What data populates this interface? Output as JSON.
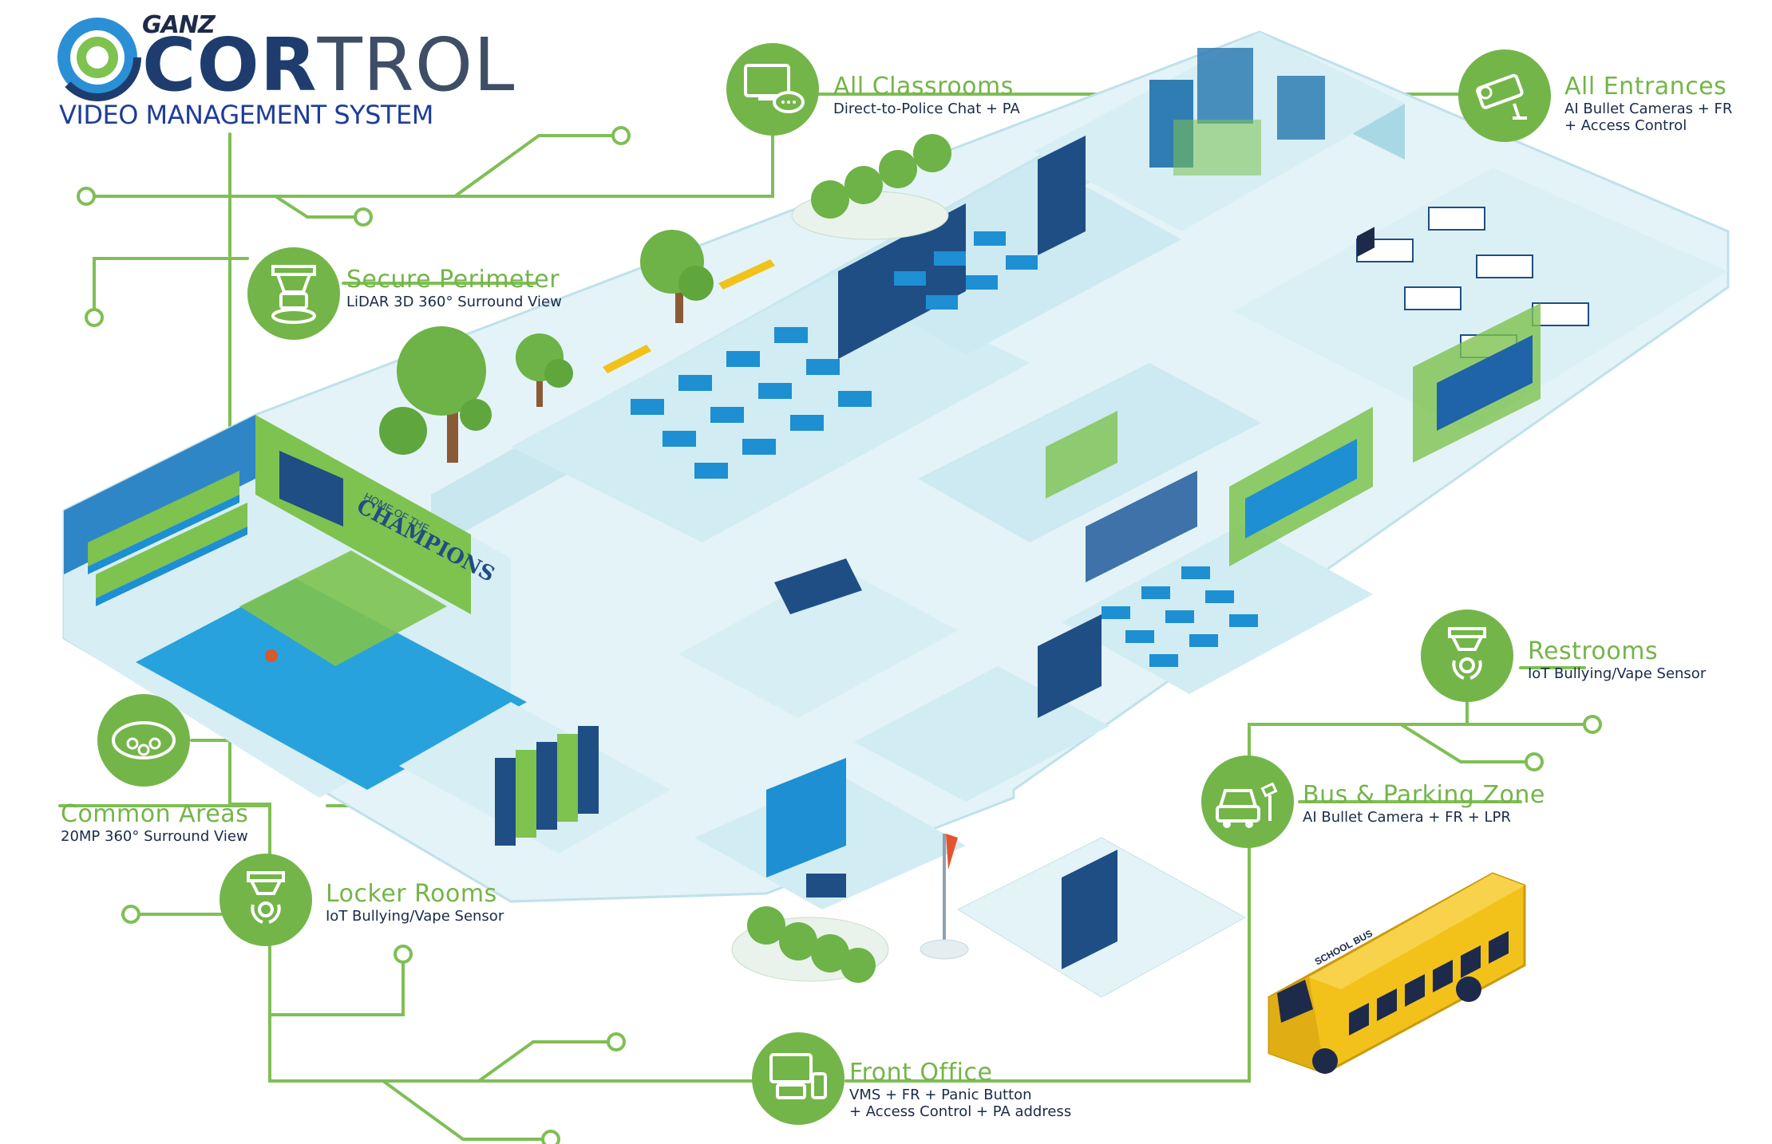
{
  "logo": {
    "brand": "GANZ",
    "word_part1": "COR",
    "word_part2": "TROL",
    "subtitle": "VIDEO MANAGEMENT SYSTEM"
  },
  "features": {
    "classrooms": {
      "title": "All Classrooms",
      "desc": "Direct-to-Police Chat + PA"
    },
    "entrances": {
      "title": "All Entrances",
      "desc_line1": "AI Bullet Cameras + FR",
      "desc_line2": "+  Access Control"
    },
    "perimeter": {
      "title": "Secure Perimeter",
      "desc": "LiDAR 3D 360° Surround View"
    },
    "common": {
      "title": "Common Areas",
      "desc": "20MP 360° Surround View"
    },
    "locker": {
      "title": "Locker Rooms",
      "desc": "IoT Bullying/Vape Sensor"
    },
    "restrooms": {
      "title": "Restrooms",
      "desc": "IoT Bullying/Vape Sensor"
    },
    "bus": {
      "title": "Bus & Parking Zone",
      "desc": "AI Bullet Camera + FR + LPR"
    },
    "office": {
      "title": "Front Office",
      "desc_line1": "VMS + FR + Panic Button",
      "desc_line2": "+  Access Control + PA address"
    }
  },
  "building_signs": {
    "gym_small": "HOME OF THE",
    "gym_large": "CHAMPIONS",
    "bus_sign": "SCHOOL BUS"
  },
  "icons": {
    "classrooms": "monitor-chat-icon",
    "entrances": "bullet-camera-icon",
    "perimeter": "lidar-sensor-icon",
    "common": "dome-camera-icon",
    "locker": "iot-sensor-icon",
    "restrooms": "iot-sensor-icon",
    "bus": "car-camera-icon",
    "office": "vms-devices-icon",
    "logo": "cortrol-ring-icon"
  },
  "colors": {
    "brand_green": "#74b54a",
    "navy": "#1e3d6e",
    "floor_light": "#d7eef3",
    "accent_blue": "#1d8fd2",
    "bus_yellow": "#f2c21b"
  }
}
